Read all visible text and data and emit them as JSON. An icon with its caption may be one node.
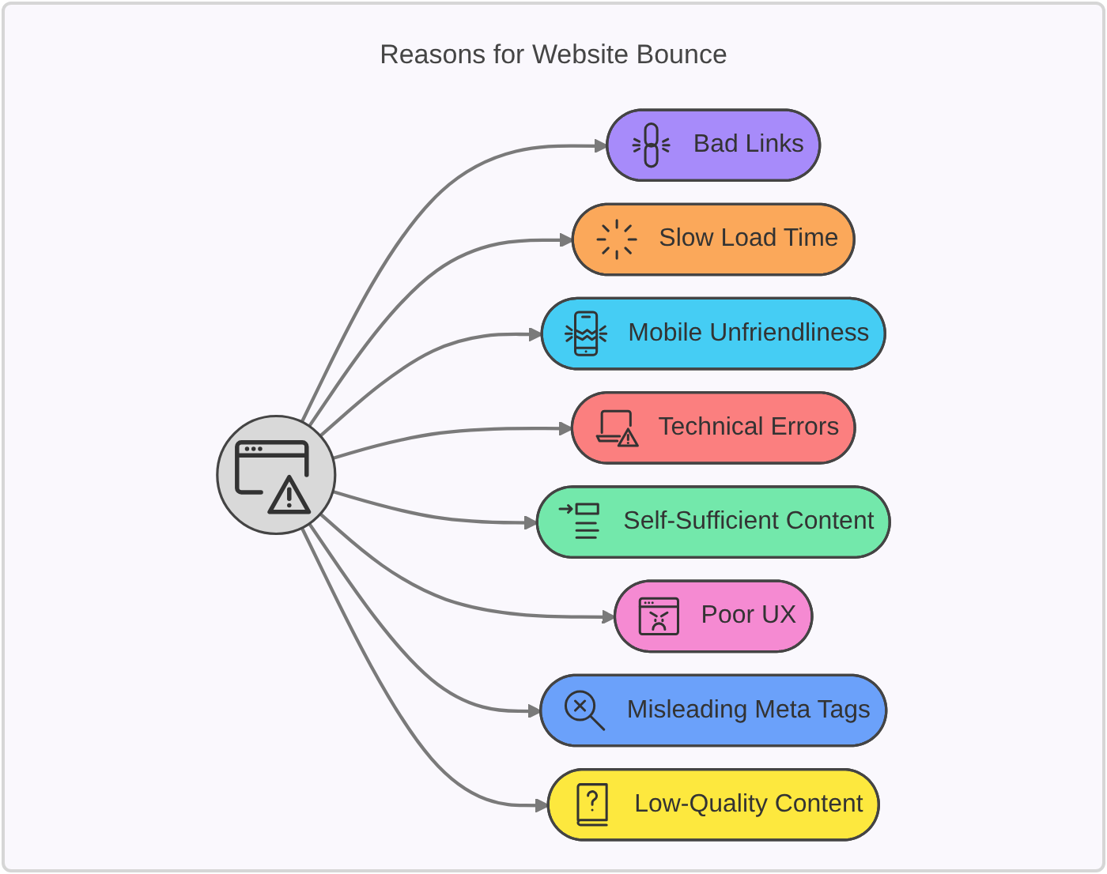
{
  "diagram": {
    "title": "Reasons for Website Bounce",
    "nodes": [
      {
        "text": [],
        "shape": "circle"
      },
      {
        "text": [
          "Bad Links"
        ]
      },
      {
        "text": [
          "Slow Load Time"
        ]
      },
      {
        "text": [
          "Mobile Unfriendliness"
        ]
      },
      {
        "text": [
          "Technical Errors"
        ]
      },
      {
        "text": [
          "Self-Sufficient Content"
        ]
      },
      {
        "text": [
          "Poor UX"
        ]
      },
      {
        "text": [
          "Misleading Meta Tags"
        ]
      },
      {
        "text": [
          "Low-Quality Content"
        ]
      }
    ],
    "edges": [
      {
        "from": 0,
        "to": 1,
        "arrow": "to"
      },
      {
        "from": 0,
        "to": 2,
        "arrow": "to"
      },
      {
        "from": 0,
        "to": 3,
        "arrow": "to"
      },
      {
        "from": 0,
        "to": 4,
        "arrow": "to"
      },
      {
        "from": 0,
        "to": 5,
        "arrow": "to"
      },
      {
        "from": 0,
        "to": 6,
        "arrow": "to"
      },
      {
        "from": 0,
        "to": 7,
        "arrow": "to"
      },
      {
        "from": 0,
        "to": 8,
        "arrow": "to"
      }
    ]
  }
}
